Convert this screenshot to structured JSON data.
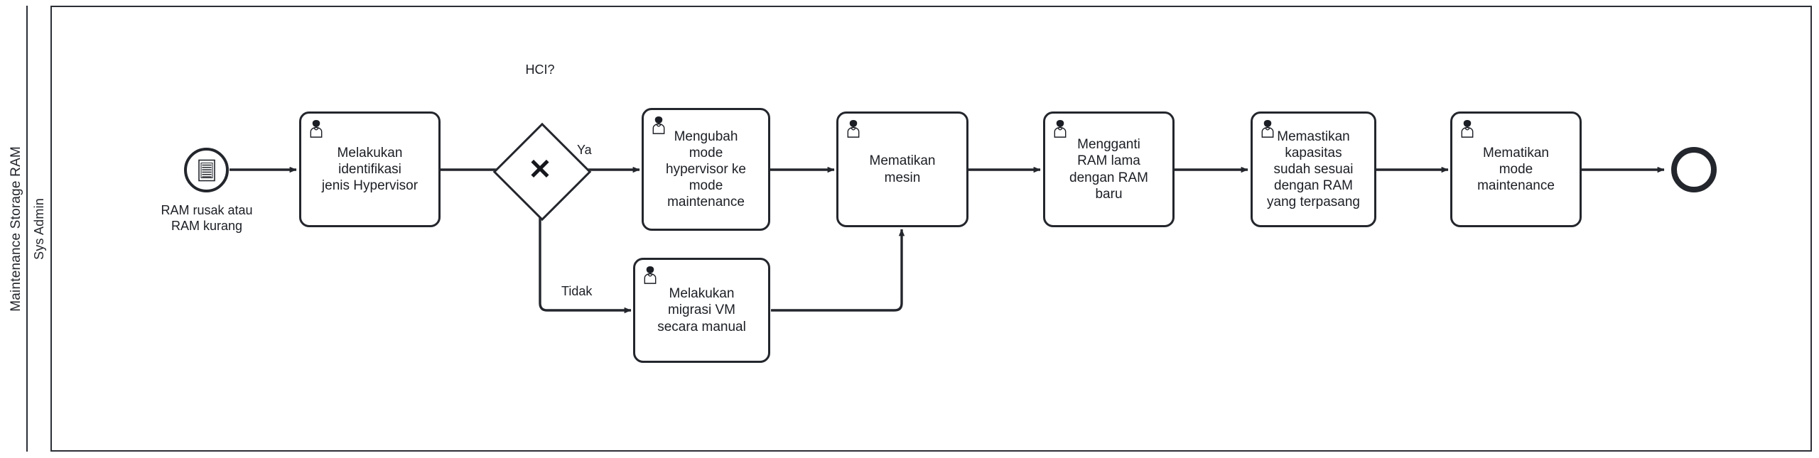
{
  "pool": {
    "name": "Maintenance Storage RAM",
    "lanes": [
      {
        "name": "Sys Admin"
      }
    ]
  },
  "diagram": {
    "type": "bpmn",
    "notation": "BPMN 2.0 collaboration (single pool, single lane)",
    "stroke_color": "#23262c",
    "fill_color": "#ffffff",
    "background": "#ffffff"
  },
  "events": [
    {
      "id": "start-1",
      "kind": "start-message",
      "icon": "document-icon",
      "label": "RAM rusak atau\nRAM kurang"
    },
    {
      "id": "end-1",
      "kind": "end-none",
      "icon": "",
      "label": ""
    }
  ],
  "gateways": [
    {
      "id": "gw-hci",
      "kind": "exclusive",
      "symbol": "✕",
      "label": "HCI?"
    }
  ],
  "tasks": [
    {
      "id": "t1",
      "kind": "user-task",
      "icon": "user-task-icon",
      "label": "Melakukan\nidentifikasi\njenis Hypervisor"
    },
    {
      "id": "t2",
      "kind": "user-task",
      "icon": "user-task-icon",
      "label": "Mengubah\nmode\nhypervisor ke\nmode\nmaintenance"
    },
    {
      "id": "t3",
      "kind": "user-task",
      "icon": "user-task-icon",
      "label": "Mematikan\nmesin"
    },
    {
      "id": "t4",
      "kind": "user-task",
      "icon": "user-task-icon",
      "label": "Mengganti\nRAM lama\ndengan RAM\nbaru"
    },
    {
      "id": "t5",
      "kind": "user-task",
      "icon": "user-task-icon",
      "label": "Memastikan\nkapasitas\nsudah sesuai\ndengan RAM\nyang terpasang"
    },
    {
      "id": "t6",
      "kind": "user-task",
      "icon": "user-task-icon",
      "label": "Mematikan\nmode\nmaintenance"
    },
    {
      "id": "t7",
      "kind": "user-task",
      "icon": "user-task-icon",
      "label": "Melakukan\nmigrasi VM\nsecara manual"
    }
  ],
  "flows": [
    {
      "id": "f1",
      "from": "start-1",
      "to": "t1",
      "label": ""
    },
    {
      "id": "f2",
      "from": "t1",
      "to": "gw-hci",
      "label": ""
    },
    {
      "id": "f3",
      "from": "gw-hci",
      "to": "t2",
      "label": "Ya"
    },
    {
      "id": "f4",
      "from": "gw-hci",
      "to": "t7",
      "label": "Tidak"
    },
    {
      "id": "f5",
      "from": "t2",
      "to": "t3",
      "label": ""
    },
    {
      "id": "f6",
      "from": "t7",
      "to": "t3",
      "label": ""
    },
    {
      "id": "f7",
      "from": "t3",
      "to": "t4",
      "label": ""
    },
    {
      "id": "f8",
      "from": "t4",
      "to": "t5",
      "label": ""
    },
    {
      "id": "f9",
      "from": "t5",
      "to": "t6",
      "label": ""
    },
    {
      "id": "f10",
      "from": "t6",
      "to": "end-1",
      "label": ""
    }
  ],
  "edge_labels": {
    "ya": "Ya",
    "tidak": "Tidak"
  }
}
